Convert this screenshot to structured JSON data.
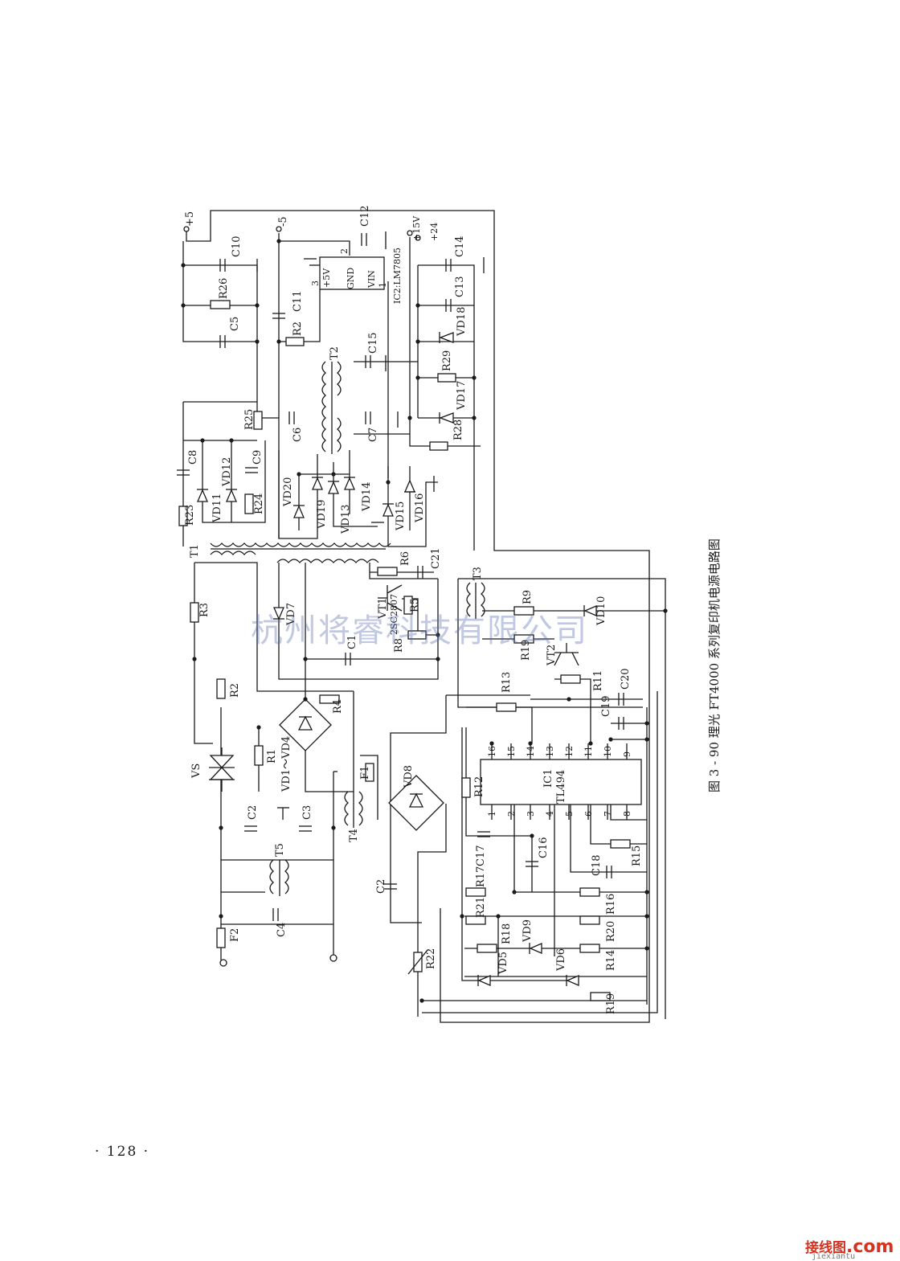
{
  "caption": "图 3 - 90   理光 FT4000 系列复印机电源电路图",
  "page_number": "· 128 ·",
  "watermark": "杭州将睿科技有限公司",
  "logo": {
    "text": "接线图",
    "dot": ".com",
    "sub": "jiexiantu"
  },
  "terminals": {
    "plus5": "+5",
    "minus5": "-5",
    "plus15": "+15V",
    "plus24": "+24"
  },
  "regulator": {
    "name": "IC2:LM7805",
    "pin_vout": "+5V",
    "pin_gnd": "GND",
    "pin_vin": "VIN",
    "pin1": "1",
    "pin2": "2",
    "pin3": "3"
  },
  "ic1": {
    "name": "IC1",
    "part": "TL494",
    "top_pins": [
      "16",
      "15",
      "14",
      "13",
      "12",
      "11",
      "10",
      "9"
    ],
    "bottom_pins": [
      "1",
      "2",
      "3",
      "4",
      "5",
      "6",
      "7",
      "8"
    ]
  },
  "transistors": {
    "vt1": "VT1",
    "vt1_part": "2SC2807",
    "vt2": "VT2"
  },
  "components": {
    "C10": "C10",
    "R26": "R26",
    "C5": "C5",
    "C11": "C11",
    "R2_top": "R2",
    "C12": "C12",
    "C14": "C14",
    "C13": "C13",
    "VD18": "VD18",
    "C15": "C15",
    "T2": "T2",
    "R29": "R29",
    "VD17": "VD17",
    "R25": "R25",
    "C6": "C6",
    "C7": "C7",
    "R28": "R28",
    "C8": "C8",
    "VD11": "VD11",
    "VD12": "VD12",
    "C9": "C9",
    "R23": "R23",
    "R24": "R24",
    "VD20": "VD20",
    "VD19": "VD19",
    "VD13": "VD13",
    "VD14": "VD14",
    "VD15": "VD15",
    "VD16": "VD16",
    "T1": "T1",
    "R6": "R6",
    "C21": "C21",
    "T3": "T3",
    "R9": "R9",
    "VD10": "VD10",
    "R3": "R3",
    "VD7": "VD7",
    "R5": "R5",
    "R8": "R8",
    "C1": "C1",
    "R19_mid": "R19",
    "R11": "R11",
    "C20": "C20",
    "R13": "R13",
    "R2_mid": "R2",
    "R4": "R4",
    "C19": "C19",
    "VS": "VS",
    "R1": "R1",
    "VD1_4": "VD1～VD4",
    "F1": "F1",
    "VD8": "VD8",
    "R12": "R12",
    "C2_left": "C2",
    "C3": "C3",
    "T4": "T4",
    "T5": "T5",
    "C17": "C17",
    "C16": "C16",
    "C18": "C18",
    "R15": "R15",
    "C2_bottom": "C2",
    "R17": "R17",
    "R16": "R16",
    "R21": "R21",
    "R18": "R18",
    "VD9": "VD9",
    "R20": "R20",
    "C4": "C4",
    "F2": "F2",
    "R22": "R22",
    "VD5": "VD5",
    "VD6": "VD6",
    "R14": "R14",
    "R19_bottom": "R19"
  }
}
